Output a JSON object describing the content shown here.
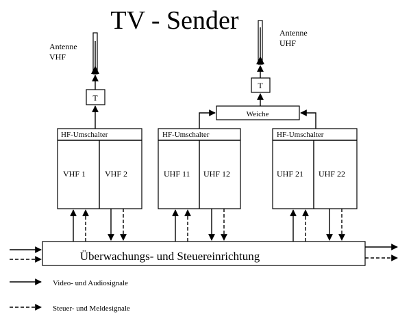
{
  "title": "TV - Sender",
  "antennas": {
    "vhf": {
      "line1": "Antenne",
      "line2": "VHF",
      "block": "T"
    },
    "uhf": {
      "line1": "Antenne",
      "line2": "UHF",
      "block": "T"
    }
  },
  "weiche": "Weiche",
  "groups": [
    {
      "switch_label": "HF-Umschalter",
      "left": "VHF 1",
      "right": "VHF 2"
    },
    {
      "switch_label": "HF-Umschalter",
      "left": "UHF 11",
      "right": "UHF 12"
    },
    {
      "switch_label": "HF-Umschalter",
      "left": "UHF 21",
      "right": "UHF 22"
    }
  ],
  "control_unit": "Überwachungs- und Steuereinrichtung",
  "legend": {
    "solid": "Video- und Audiosignale",
    "dashed": "Steuer- und Meldesignale"
  }
}
